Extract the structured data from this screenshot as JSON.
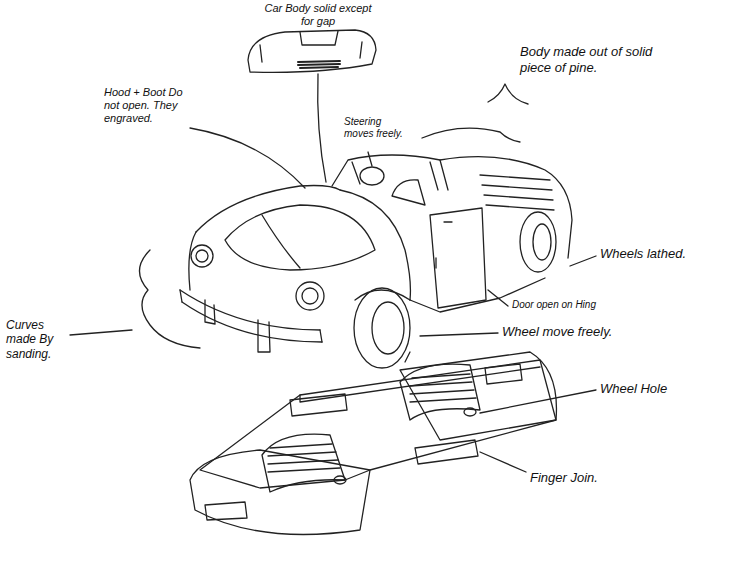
{
  "diagram": {
    "labels": [
      "Car Body solid except for gap",
      "Hood + Boot Do not open. They engraved.",
      "Body made out of solid piece of pine.",
      "Steering moves freely.",
      "Wheels lathed.",
      "Door open on Hing",
      "Wheel move freely.",
      "Curves made By sanding.",
      "Wheel Hole",
      "Finger Join."
    ]
  }
}
